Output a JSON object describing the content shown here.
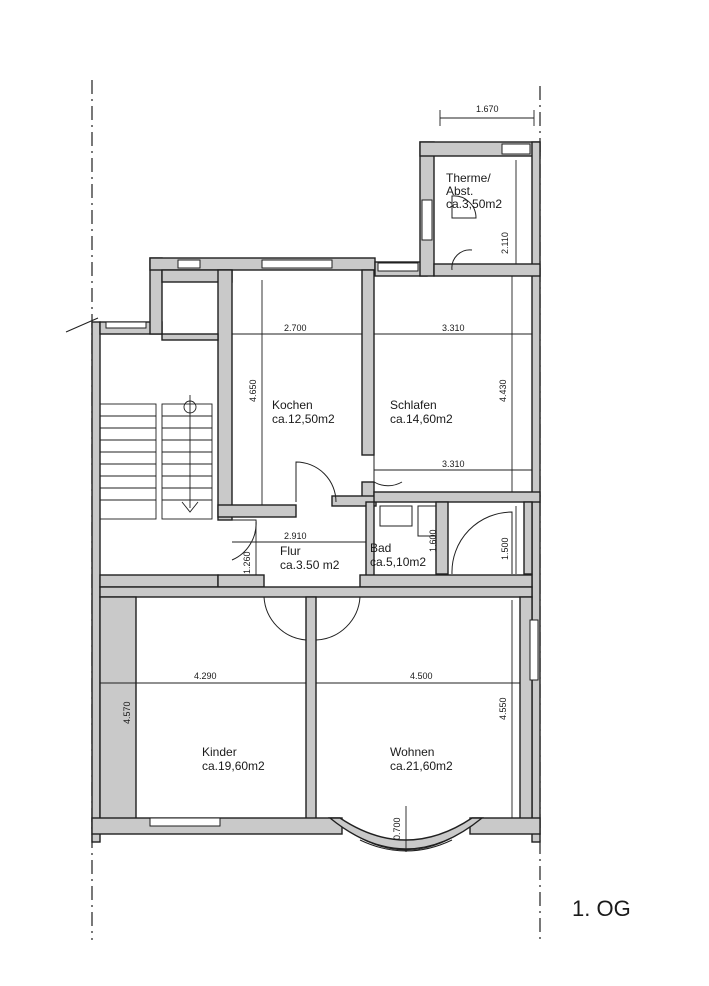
{
  "plan": {
    "floor_label": "1. OG",
    "rooms": {
      "therme": {
        "name_line1": "Therme/",
        "name_line2": "Abst.",
        "area": "ca.3,50m2"
      },
      "kochen": {
        "name": "Kochen",
        "area": "ca.12,50m2"
      },
      "schlafen": {
        "name": "Schlafen",
        "area": "ca.14,60m2"
      },
      "flur": {
        "name": "Flur",
        "area": "ca.3.50 m2"
      },
      "bad": {
        "name": "Bad",
        "area": "ca.5,10m2"
      },
      "kinder": {
        "name": "Kinder",
        "area": "ca.19,60m2"
      },
      "wohnen": {
        "name": "Wohnen",
        "area": "ca.21,60m2"
      }
    },
    "dimensions": {
      "top_width": "1.670",
      "therme_height": "2.110",
      "kochen_width": "2.700",
      "kochen_height": "4.650",
      "schlafen_width": "3.310",
      "schlafen_height": "4.430",
      "schlafen_bottom_width": "3.310",
      "flur_width": "2.910",
      "flur_height": "1.260",
      "bad_height": "1.600",
      "right_small_height": "1.500",
      "kinder_width": "4.290",
      "kinder_height": "4.570",
      "wohnen_width": "4.500",
      "wohnen_height": "4.550",
      "bay_depth": "0.700"
    }
  }
}
